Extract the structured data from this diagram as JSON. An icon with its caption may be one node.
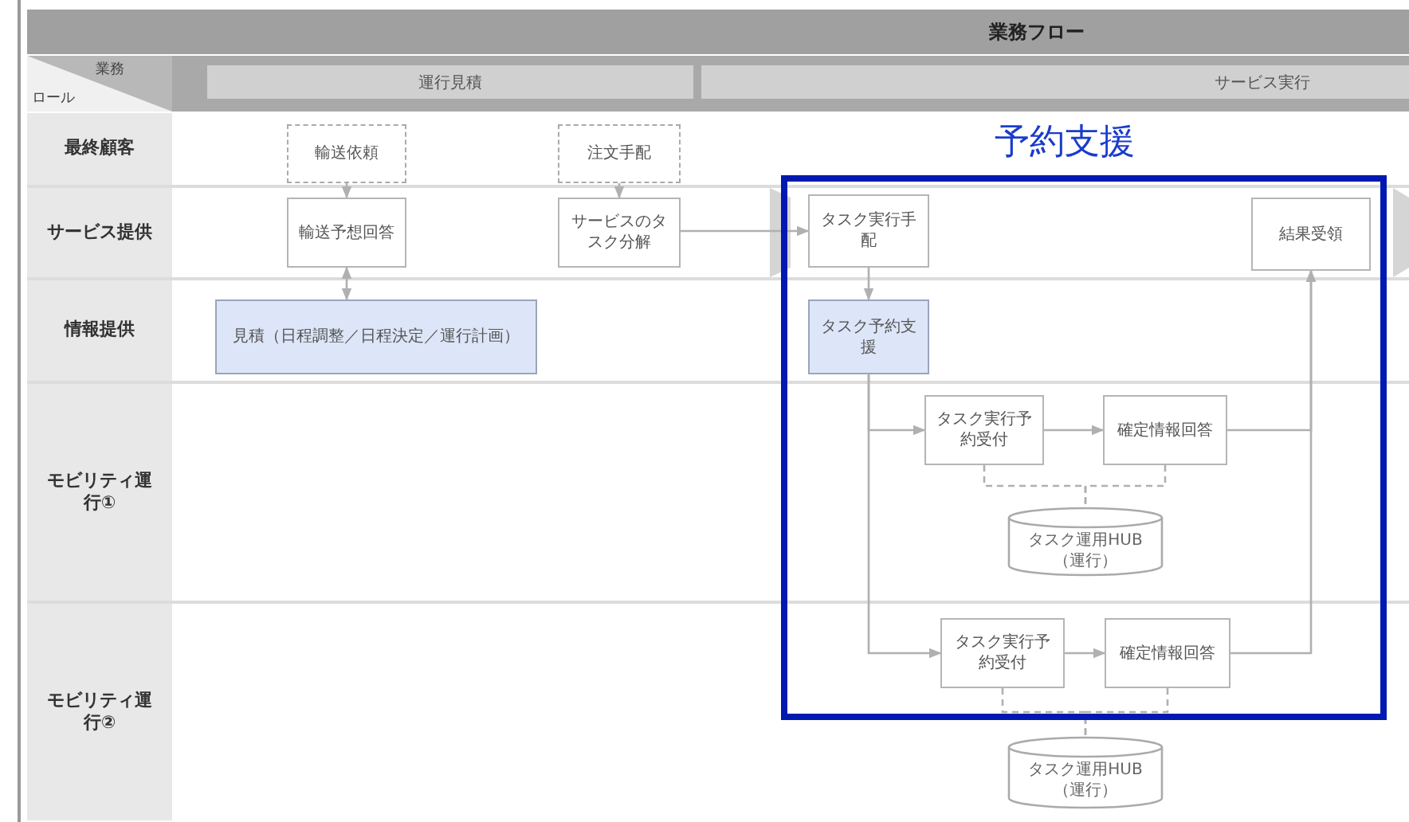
{
  "diagram": {
    "title": "業務フロー",
    "nodes": [
      {
        "text": [
          "輸送依頼"
        ]
      },
      {
        "text": [
          "注文手配"
        ]
      },
      {
        "text": [
          "輸送予想回答"
        ]
      },
      {
        "text": [
          "サービスのタスク分解"
        ]
      },
      {
        "text": [
          "見積（日程調整／日程決定／運行計画）"
        ]
      },
      {
        "text": [
          "予約支援"
        ]
      },
      {
        "text": [
          "タスク実行手配"
        ],
        "in": 5
      },
      {
        "text": [
          "結果受領"
        ],
        "in": 5
      },
      {
        "text": [
          "タスク予約支援"
        ],
        "in": 5
      },
      {
        "text": [
          "タスク実行予約受付"
        ],
        "in": 5
      },
      {
        "text": [
          "確定情報回答"
        ],
        "in": 5
      },
      {
        "text": [
          "タスク運用HUB（運行）"
        ],
        "in": 5
      },
      {
        "text": [
          "タスク実行予約受付"
        ],
        "in": 5
      },
      {
        "text": [
          "確定情報回答"
        ],
        "in": 5
      },
      {
        "text": [
          "タスク運用HUB（運行）"
        ]
      }
    ],
    "edges": [
      {
        "from": 0,
        "to": 2,
        "arrow": "to"
      },
      {
        "from": 1,
        "to": 3,
        "arrow": "to"
      },
      {
        "from": 2,
        "to": 4,
        "arrow": "both"
      },
      {
        "from": 3,
        "to": 6,
        "arrow": "to"
      },
      {
        "from": 6,
        "to": 8,
        "arrow": "to"
      },
      {
        "from": 8,
        "to": 9,
        "arrow": "to"
      },
      {
        "from": 8,
        "to": 12,
        "arrow": "to"
      },
      {
        "from": 9,
        "to": 10,
        "arrow": "to"
      },
      {
        "from": 12,
        "to": 13,
        "arrow": "to"
      },
      {
        "from": 10,
        "to": 7,
        "arrow": "to"
      },
      {
        "from": 13,
        "to": 7,
        "arrow": "to"
      },
      {
        "from": 9,
        "to": 11,
        "arrow": "none",
        "style": "dashed"
      },
      {
        "from": 10,
        "to": 11,
        "arrow": "none",
        "style": "dashed"
      },
      {
        "from": 12,
        "to": 14,
        "arrow": "none",
        "style": "dashed"
      },
      {
        "from": 13,
        "to": 14,
        "arrow": "none",
        "style": "dashed"
      }
    ],
    "labels": [
      "業務",
      "ロール",
      "運行見積",
      "サービス実行",
      "最終顧客",
      "サービス提供",
      "情報提供",
      "モビリティ運行①",
      "モビリティ運行②"
    ]
  }
}
